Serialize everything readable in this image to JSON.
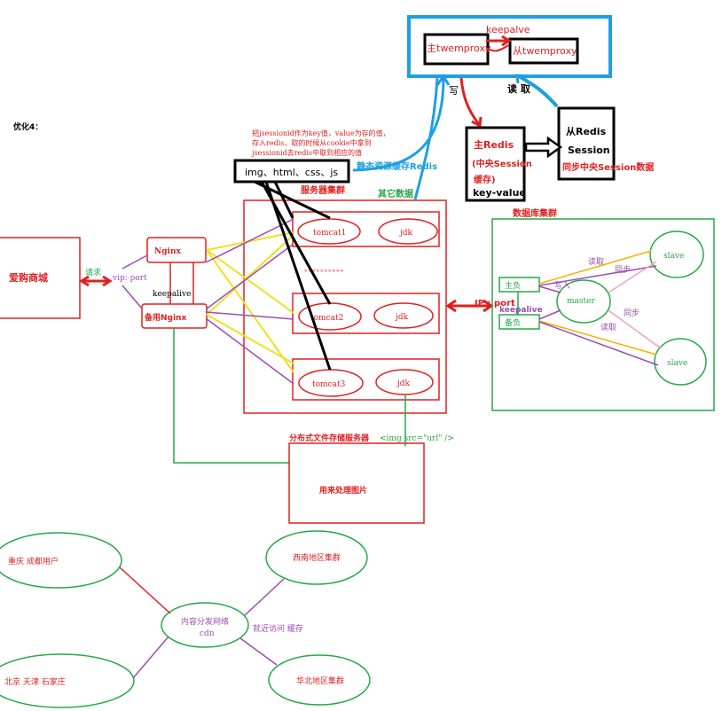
{
  "colors": {
    "red": "#e02020",
    "green": "#22aa44",
    "purple": "#9b4db2",
    "blue": "#1ea0e0",
    "yellow": "#f0e020",
    "black": "#000000",
    "orange": "#f0b400",
    "pink": "#f0a0c0"
  },
  "labels": {
    "title": "优化4：",
    "shop": "爱购商城",
    "request": "请求",
    "vip": "vip: port",
    "nginx": "Nginx",
    "nginx_backup": "备用Nginx",
    "keepalive": "keepalive",
    "note_line1": "把jsessionid作为key值，value为存的值，",
    "note_line2": "存入redis，取的时候从cookie中拿到",
    "note_line3": "jsessionid去redis中取到相应的值",
    "static_box": "img、html、css、js",
    "static_redis": "静态资源缓存Redis",
    "server_cluster": "服务器集群",
    "other_data": "其它数据",
    "tomcat1": "tomcat1",
    "tomcat2": "tomcat2",
    "tomcat3": "tomcat3",
    "jdk": "jdk",
    "dots": "。。。。。。。。。。",
    "twemproxy_main": "主twemproxy",
    "twemproxy_slave": "从twemproxy",
    "keepalve": "keepalve",
    "write": "写",
    "read": "读 取",
    "redis_main_1": "主Redis",
    "redis_main_2": "(中央Session",
    "redis_main_3": "缓存)",
    "redis_main_4": "key-value",
    "redis_slave_1": "从Redis",
    "redis_slave_2": "Session",
    "redis_slave_3": "同步中央Session数据",
    "db_cluster": "数据库集群",
    "ip_port": "IP : port",
    "lb_main": "主负",
    "lb_backup": "备负",
    "db_keepalive": "keepalive",
    "master": "master",
    "slave1": "slave",
    "slave2": "slave",
    "db_write": "写入",
    "db_read1": "读取",
    "db_read2": "读取",
    "db_sync1": "同步",
    "db_sync2": "同步",
    "fs_title": "分布式文件存储服务器",
    "img_tag": "<img src=\"url\" />",
    "fs_note": "用来处理图片",
    "cq": "重庆 成都用户",
    "xn": "西南地区集群",
    "cdn1": "内容分发网络",
    "cdn2": "cdn",
    "cdn_note": "就近访问  缓存",
    "bj": "北京 天津 石家庄",
    "hb": "华北地区集群"
  }
}
